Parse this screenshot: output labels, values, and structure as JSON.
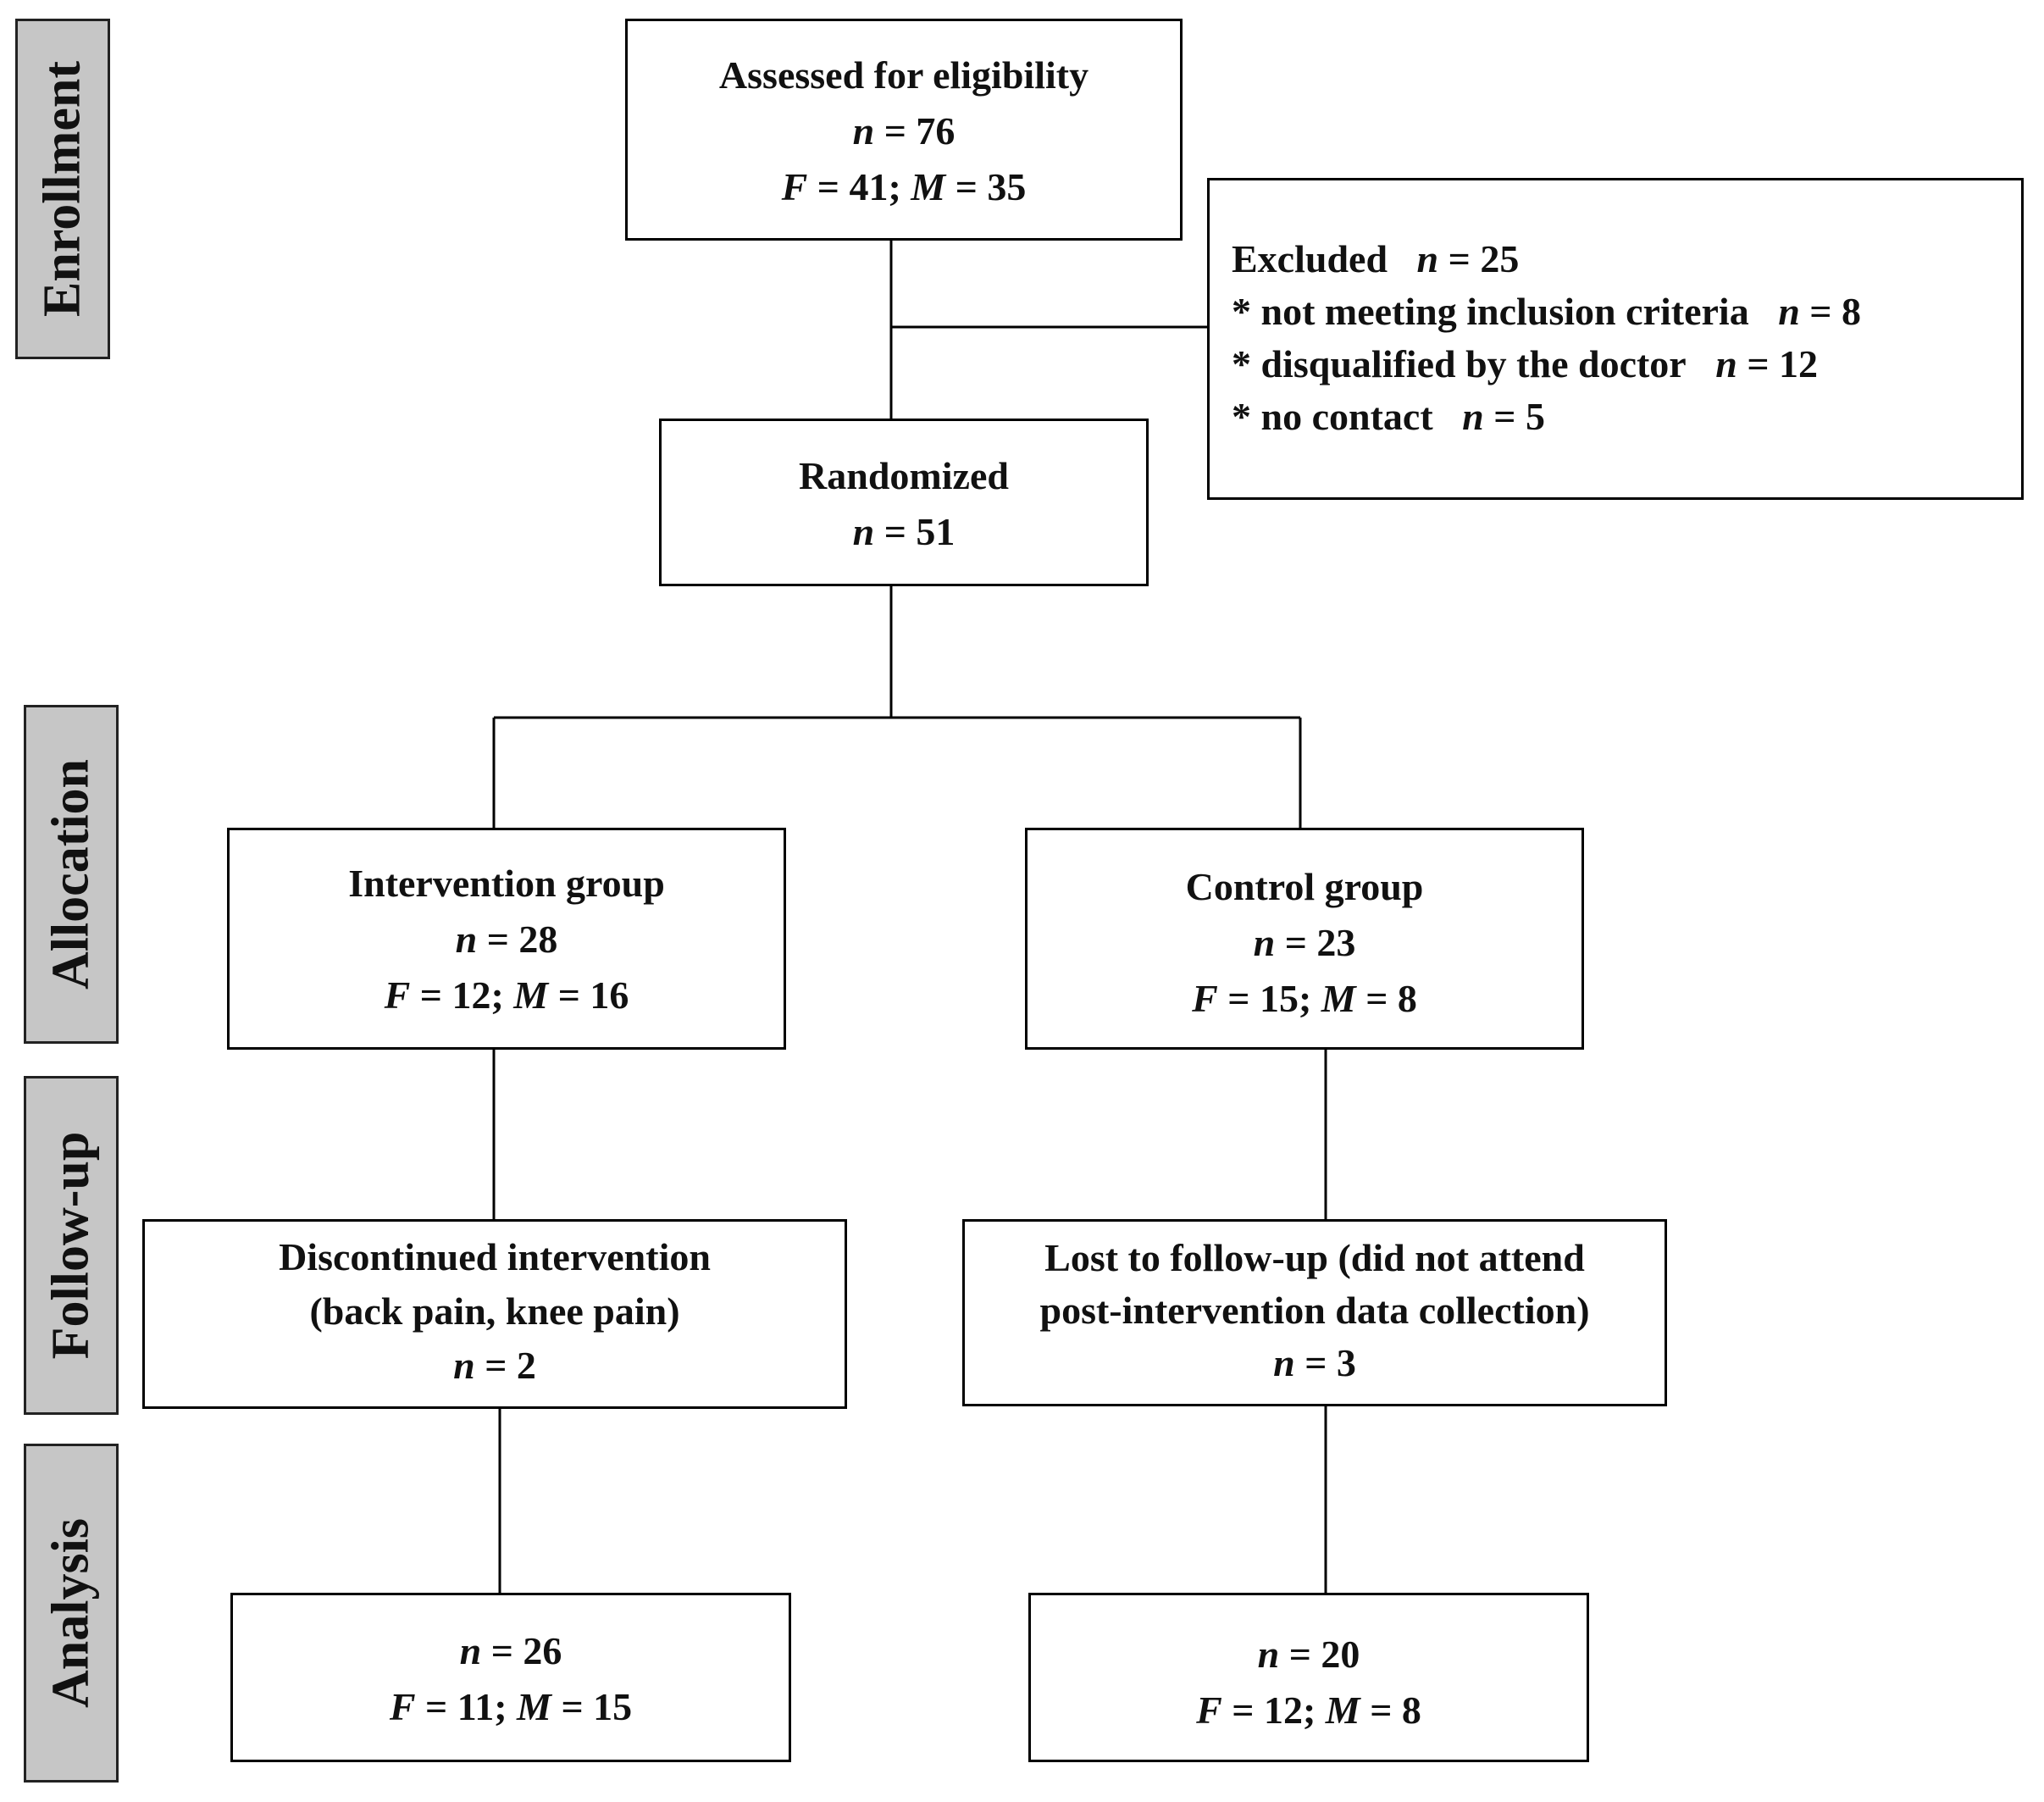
{
  "stages": {
    "enrollment": "Enrollment",
    "allocation": "Allocation",
    "follow_up": "Follow-up",
    "analysis": "Analysis"
  },
  "assessed": {
    "title": "Assessed for eligibility",
    "n_var": "n",
    "n_val": " = 76",
    "f_var": "F",
    "f_val": " = 41; ",
    "m_var": "M",
    "m_val": " = 35"
  },
  "excluded": {
    "title": "Excluded",
    "n_var": "n",
    "n_val": " = 25",
    "items": [
      {
        "text": "* not meeting inclusion criteria",
        "n_var": "n",
        "n_val": " = 8"
      },
      {
        "text": "* disqualified by the doctor",
        "n_var": "n",
        "n_val": " = 12"
      },
      {
        "text": "* no contact",
        "n_var": "n",
        "n_val": " = 5"
      }
    ]
  },
  "randomized": {
    "title": "Randomized",
    "n_var": "n",
    "n_val": " = 51"
  },
  "intervention": {
    "title": "Intervention group",
    "n_var": "n",
    "n_val": " = 28",
    "f_var": "F",
    "f_val": " = 12; ",
    "m_var": "M",
    "m_val": " = 16"
  },
  "control": {
    "title": "Control group",
    "n_var": "n",
    "n_val": " = 23",
    "f_var": "F",
    "f_val": " = 15; ",
    "m_var": "M",
    "m_val": " = 8"
  },
  "discontinued": {
    "line1": "Discontinued intervention",
    "line2": "(back pain, knee pain)",
    "n_var": "n",
    "n_val": " = 2"
  },
  "lost": {
    "line1": "Lost to follow-up (did not attend",
    "line2": "post-intervention data collection)",
    "n_var": "n",
    "n_val": " = 3"
  },
  "analysis_intervention": {
    "n_var": "n",
    "n_val": " = 26",
    "f_var": "F",
    "f_val": " = 11; ",
    "m_var": "M",
    "m_val": " = 15"
  },
  "analysis_control": {
    "n_var": "n",
    "n_val": " = 20",
    "f_var": "F",
    "f_val": " = 12; ",
    "m_var": "M",
    "m_val": " = 8"
  }
}
